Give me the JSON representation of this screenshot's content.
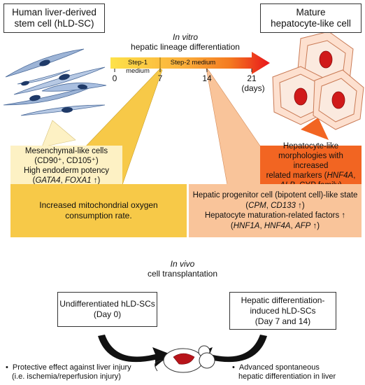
{
  "stem_cell_box": {
    "line1": "Human liver-derived",
    "line2": "stem cell (hLD-SC)"
  },
  "mature_box": {
    "line1": "Mature",
    "line2": "hepatocyte-like cell"
  },
  "timeline": {
    "title_italic": "In vitro",
    "title": "hepatic lineage differentiation",
    "step1": "Step-1 medium",
    "step2": "Step-2 medium",
    "ticks": [
      "0",
      "7",
      "14",
      "21"
    ],
    "unit": "(days)"
  },
  "mesenchymal_panel": {
    "l1": "Mesenchymal-like cells",
    "l2": "(CD90⁺, CD105⁺)",
    "l3": "High endoderm potency",
    "l4a": "(",
    "l4b": "GATA4",
    "l4c": ", ",
    "l4d": "FOXA1",
    "l4e": " ↑)"
  },
  "hepatocyte_panel": {
    "l1": "Hepatocyte-like",
    "l2": "morphologies with increased",
    "l3a": "related markers (",
    "l3b": "HNF4A",
    "l3c": ",",
    "l4a": "ALB",
    "l4b": ", CYP family)"
  },
  "mito_panel": {
    "l1": "Increased mitochondrial oxygen",
    "l2": "consumption rate."
  },
  "progenitor_panel": {
    "l1": "Hepatic progenitor cell (bipotent cell)-like state",
    "l2a": "(",
    "l2b": "CPM",
    "l2c": ", ",
    "l2d": "CD133",
    "l2e": " ↑)",
    "l3": "Hepatocyte maturation-related factors ↑",
    "l4a": "(",
    "l4b": "HNF1A",
    "l4c": ", ",
    "l4d": "HNF4A",
    "l4e": ", ",
    "l4f": "AFP",
    "l4g": " ↑)"
  },
  "in_vivo": {
    "italic": "In vivo",
    "title": "cell transplantation"
  },
  "undiff_box": {
    "l1": "Undifferentiated hLD-SCs",
    "l2": "(Day 0)"
  },
  "induced_box": {
    "l1": "Hepatic differentiation-",
    "l2": "induced hLD-SCs",
    "l3": "(Day 7 and 14)"
  },
  "left_bullet": {
    "dot": "•",
    "l1": "Protective effect against liver injury",
    "l2": "(i.e. ischemia/reperfusion injury)"
  },
  "right_bullet": {
    "dot": "•",
    "l1": "Advanced spontaneous",
    "l2": "hepatic differentiation in liver"
  },
  "colors": {
    "light_yellow": "#fdf1c4",
    "yellow": "#f7c948",
    "light_orange": "#f9c49a",
    "orange_red": "#f26522",
    "red": "#e8151b",
    "stem_cell": "#9db4d6",
    "nucleus": "#1f3a68"
  }
}
